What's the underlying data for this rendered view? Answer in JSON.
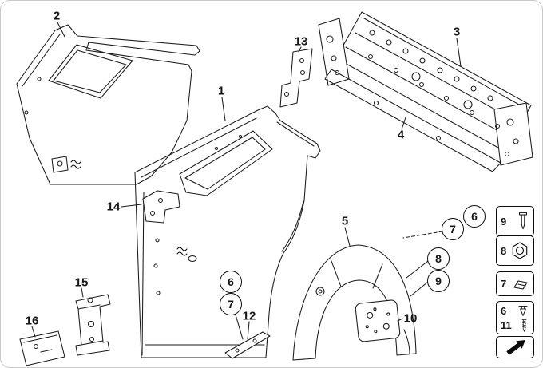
{
  "colors": {
    "ink": "#161616",
    "frame": "#c9c9c9",
    "paper": "#ffffff"
  },
  "callouts": {
    "n1": "1",
    "n2": "2",
    "n3": "3",
    "n4": "4",
    "n5": "5",
    "n10": "10",
    "n12": "12",
    "n13": "13",
    "n14": "14",
    "n15": "15",
    "n16": "16",
    "arch": {
      "c6": "6",
      "c7": "7",
      "c8": "8",
      "c9": "9"
    },
    "sill": {
      "c6": "6",
      "c7": "7"
    }
  },
  "legend": {
    "b9": "9",
    "b8": "8",
    "b7": "7",
    "b6": "6",
    "b11": "11"
  }
}
